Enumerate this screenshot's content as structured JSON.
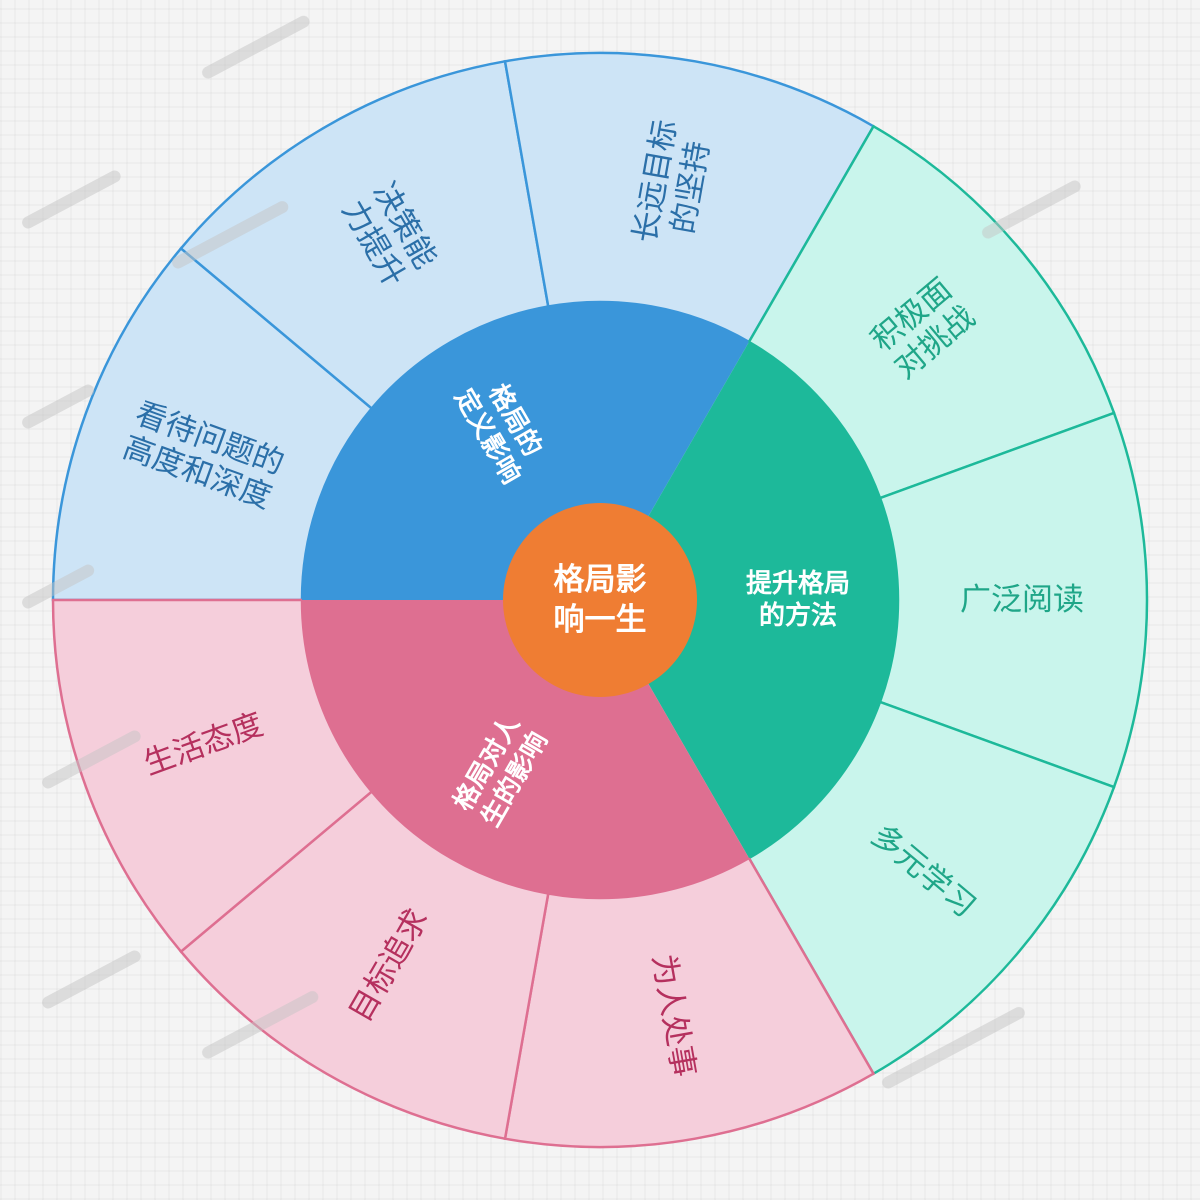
{
  "center": {
    "lines": [
      "格局影",
      "响一生"
    ],
    "color": "#ef7d33"
  },
  "branches": [
    {
      "lines": [
        "格局的",
        "定义影响"
      ],
      "color": "#3a96da",
      "light": "#cde4f6",
      "text_color": "#2b6fa8",
      "children": [
        {
          "lines": [
            "看待问题的",
            "高度和深度"
          ]
        },
        {
          "lines": [
            "决策能",
            "力提升"
          ]
        },
        {
          "lines": [
            "长远目标",
            "的坚持"
          ]
        }
      ]
    },
    {
      "lines": [
        "提升格局",
        "的方法"
      ],
      "color": "#1db99a",
      "light": "#c9f5ec",
      "text_color": "#1fa688",
      "children": [
        {
          "lines": [
            "积极面",
            "对挑战"
          ]
        },
        {
          "lines": [
            "广泛阅读"
          ]
        },
        {
          "lines": [
            "多元学习"
          ]
        }
      ]
    },
    {
      "lines": [
        "格局对人",
        "生的影响"
      ],
      "color": "#de6f91",
      "light": "#f5cedb",
      "text_color": "#b5305e",
      "children": [
        {
          "lines": [
            "为人处事"
          ]
        },
        {
          "lines": [
            "目标追求"
          ]
        },
        {
          "lines": [
            "生活态度"
          ]
        }
      ]
    }
  ]
}
